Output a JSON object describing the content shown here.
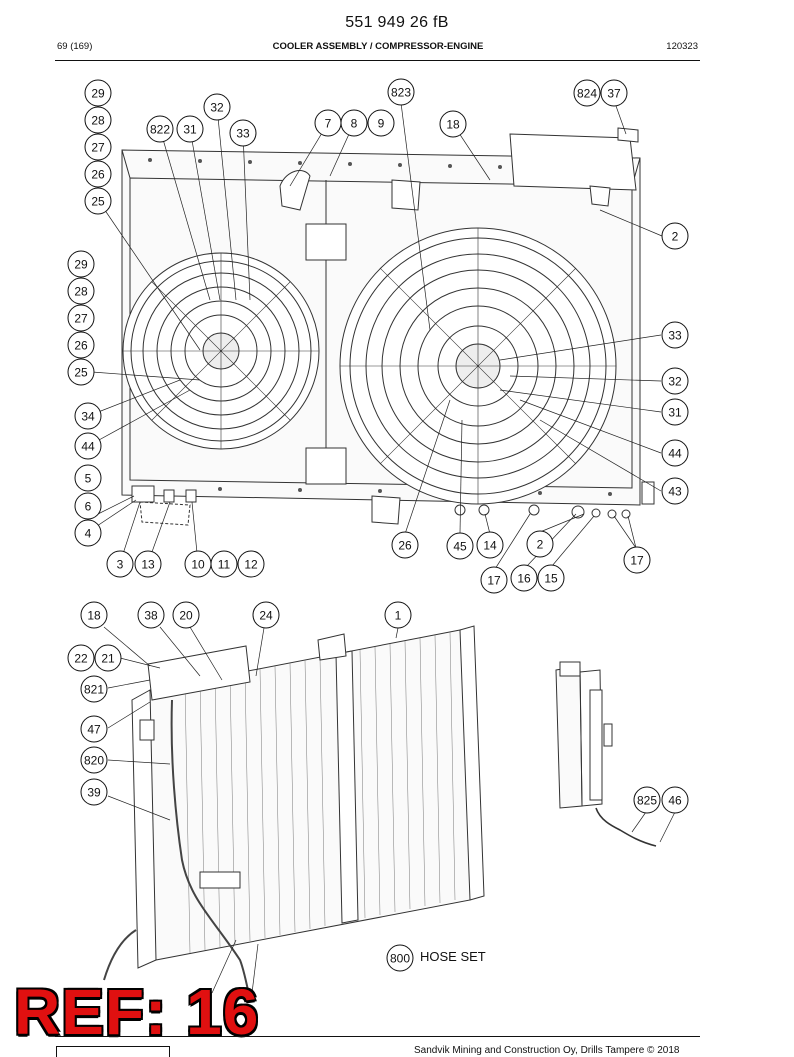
{
  "header": {
    "doc_number": "551 949 26 fB",
    "page": "69 (169)",
    "section": "COOLER ASSEMBLY / COMPRESSOR-ENGINE",
    "date_code": "120323"
  },
  "callouts_main": [
    "29",
    "28",
    "27",
    "26",
    "25",
    "822",
    "31",
    "32",
    "33",
    "7",
    "8",
    "9",
    "823",
    "18",
    "824",
    "37",
    "2",
    "29",
    "28",
    "27",
    "26",
    "25",
    "34",
    "44",
    "5",
    "6",
    "4",
    "3",
    "13",
    "10",
    "11",
    "12",
    "26",
    "45",
    "14",
    "2",
    "17",
    "16",
    "15",
    "17",
    "33",
    "32",
    "31",
    "44",
    "43"
  ],
  "callouts_lower": [
    "18",
    "38",
    "20",
    "24",
    "1",
    "22",
    "21",
    "821",
    "47",
    "820",
    "39",
    "825",
    "46",
    "800"
  ],
  "hose_set_label": "HOSE SET",
  "stamp": "REF: 16",
  "footer": "Sandvik Mining and Construction Oy, Drills Tampere © 2018"
}
